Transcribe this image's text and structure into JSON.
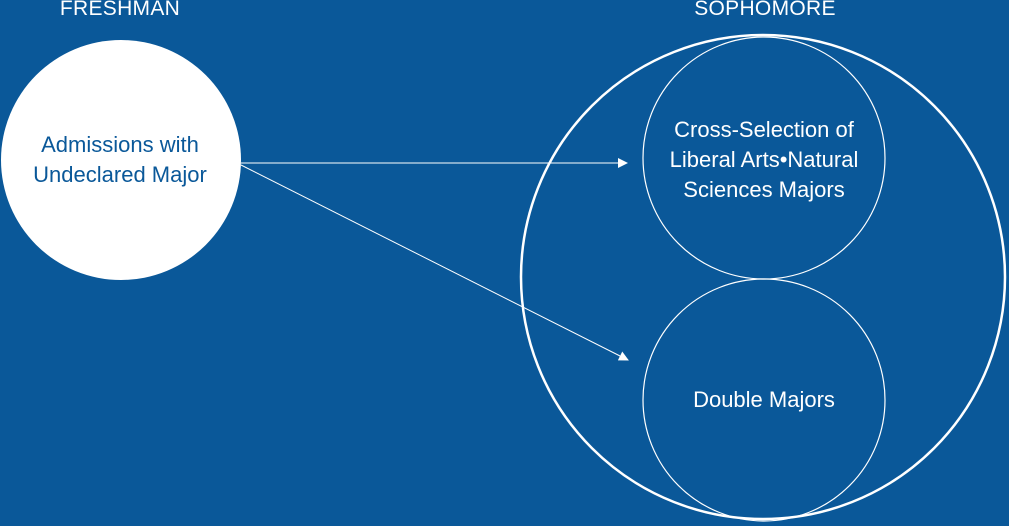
{
  "stages": {
    "freshman": "FRESHMAN",
    "sophomore": "SOPHOMORE"
  },
  "nodes": {
    "admissions": [
      "Admissions with",
      "Undeclared Major"
    ],
    "cross_selection": [
      "Cross-Selection of",
      "Liberal Arts•Natural",
      "Sciences Majors"
    ],
    "double_majors": "Double Majors"
  },
  "colors": {
    "background": "#0a5899",
    "foreground": "#ffffff"
  }
}
